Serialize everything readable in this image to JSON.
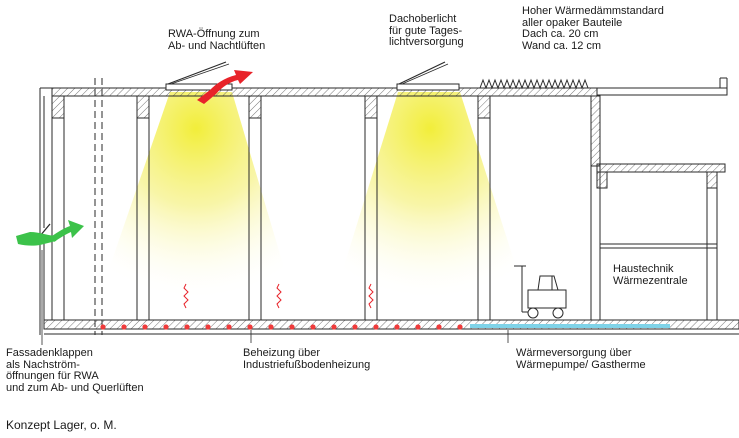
{
  "labels": {
    "rwa": "RWA-Öffnung zum\nAb- und Nachtlüften",
    "skylight": "Dachoberlicht\nfür gute Tages-\nlichtversorgung",
    "insulation": "Hoher Wärmedämmstandard\naller opaker Bauteile\nDach ca. 20 cm\nWand ca. 12 cm",
    "technik": "Haustechnik\nWärmezentrale",
    "facade": "Fassadenklappen\nals Nachström-\nöffnungen für RWA\nund zum Ab- und Querlüften",
    "heating": "Beheizung über\nIndustriefußbodenheizung",
    "heatpump": "Wärmeversorgung über\nWärmepumpe/ Gastherme"
  },
  "caption": "Konzept Lager, o. M.",
  "colors": {
    "line": "#2a2a2a",
    "light": "#f2ee3a",
    "arrow_red": "#e8232a",
    "arrow_green": "#3cc24a",
    "heating_dot": "#ef3b3b",
    "heatpump_band": "#7fd3e8"
  }
}
